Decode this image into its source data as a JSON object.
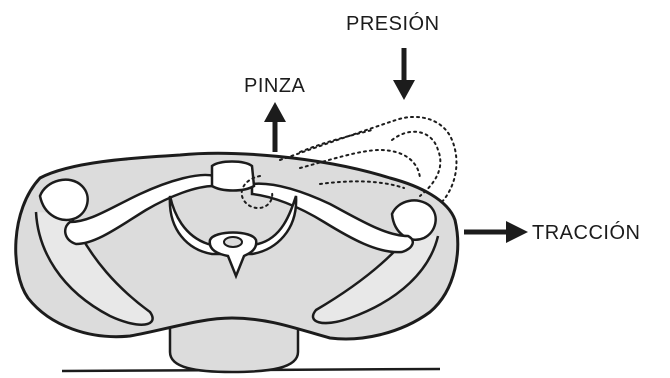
{
  "labels": {
    "presion": "PRESIÓN",
    "pinza": "PINZA",
    "traccion": "TRACCIÓN"
  },
  "colors": {
    "bone_fill": "#dcdcdc",
    "ink": "#1c1c1c",
    "background": "#ffffff"
  },
  "icons": {
    "down_arrow": "arrow-down-icon",
    "up_arrow": "arrow-up-icon",
    "right_arrow": "arrow-right-icon"
  }
}
